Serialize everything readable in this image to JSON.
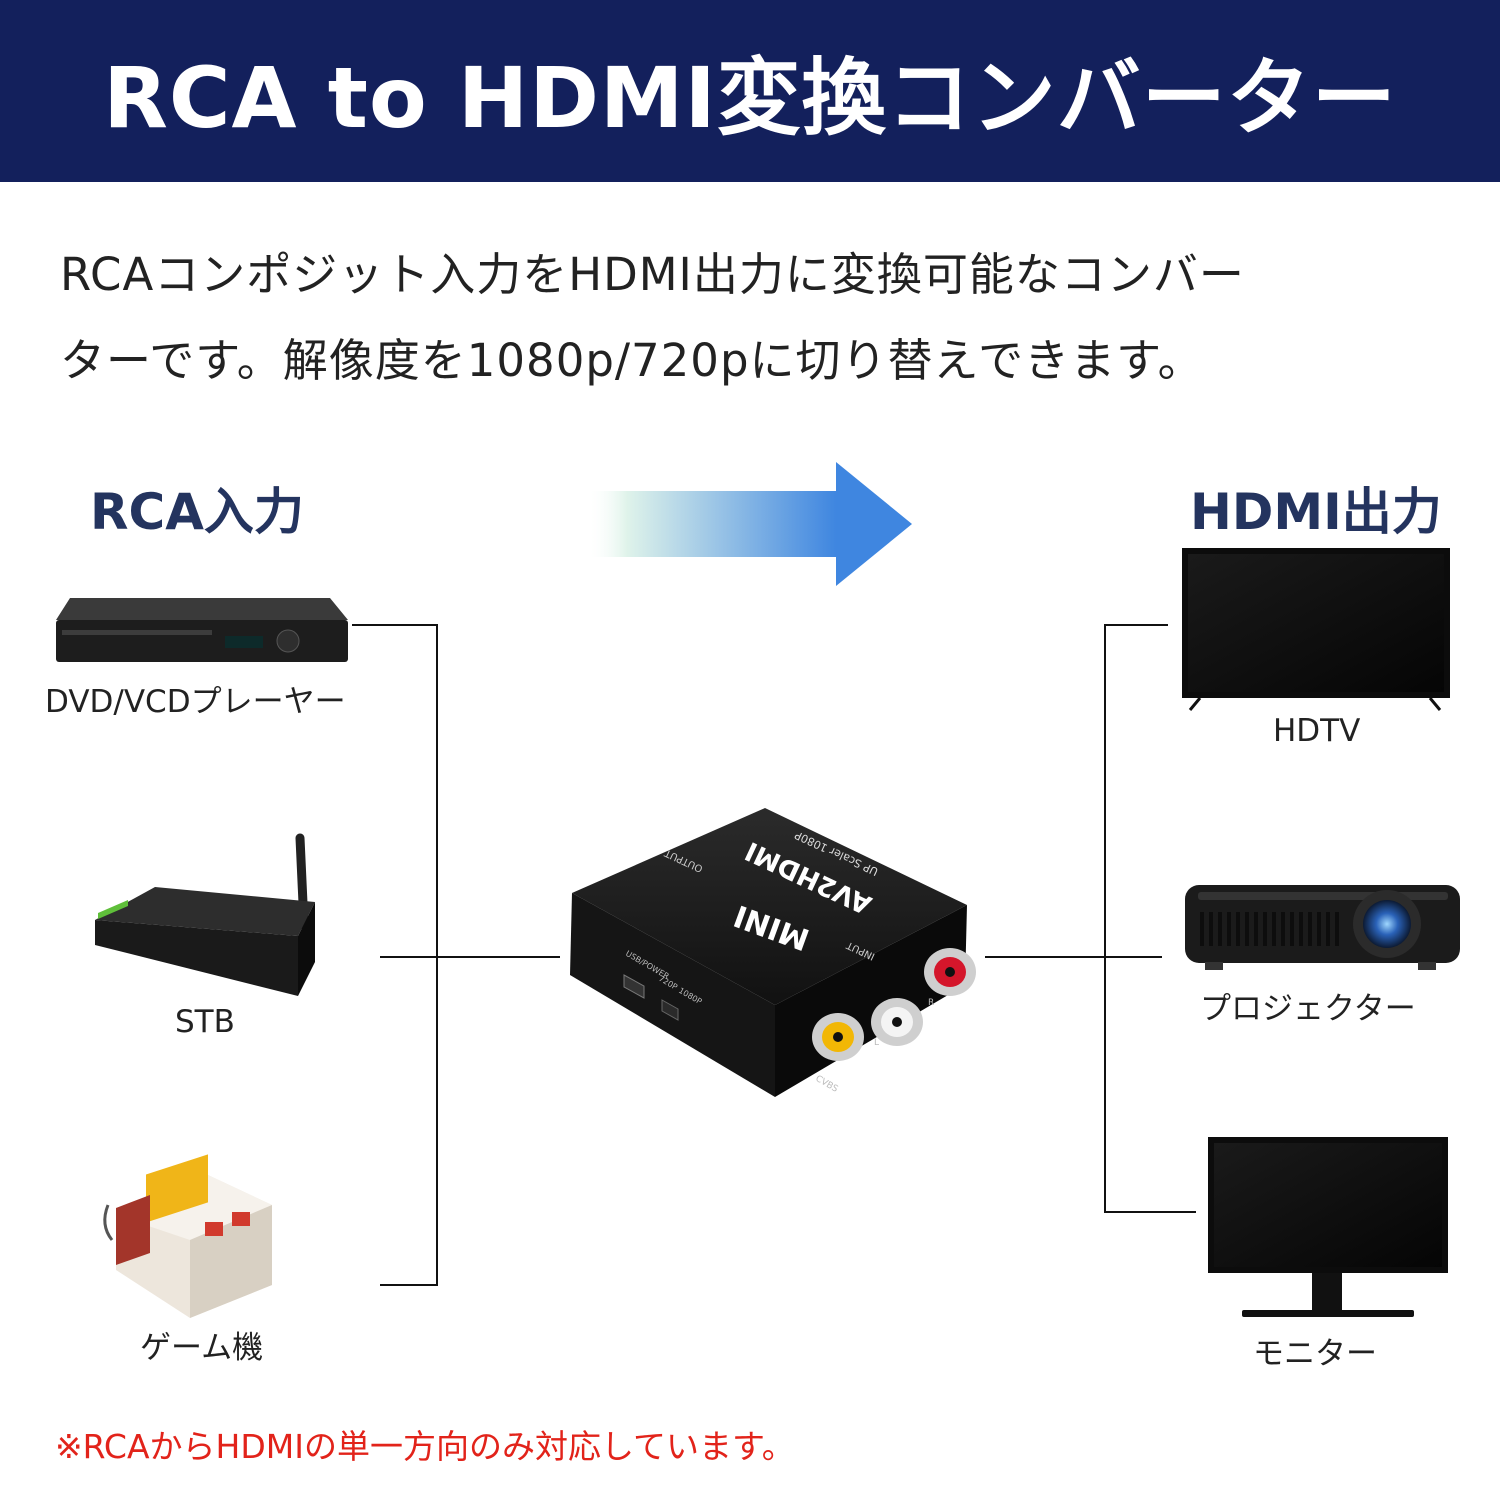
{
  "header": {
    "title": "RCA to HDMI変換コンバーター"
  },
  "description": {
    "line1": "RCAコンポジット入力をHDMI出力に変換可能なコンバー",
    "line2": "ターです。解像度を1080p/720pに切り替えできます。"
  },
  "input_section": {
    "title": "RCA入力",
    "devices": [
      {
        "label": "DVD/VCDプレーヤー",
        "icon": "dvd-player-icon"
      },
      {
        "label": "STB",
        "icon": "set-top-box-icon"
      },
      {
        "label": "ゲーム機",
        "icon": "game-console-icon"
      }
    ]
  },
  "output_section": {
    "title": "HDMI出力",
    "devices": [
      {
        "label": "HDTV",
        "icon": "tv-icon"
      },
      {
        "label": "プロジェクター",
        "icon": "projector-icon"
      },
      {
        "label": "モニター",
        "icon": "monitor-icon"
      }
    ]
  },
  "converter": {
    "brand": "MINI",
    "model": "AV2HDMI",
    "subtitle": "UP Scaler 1080P",
    "output_label": "OUTPUT",
    "input_label": "INPUT",
    "usb_label": "USB/POWER",
    "switch_720": "720P",
    "switch_1080": "1080P",
    "jack_labels": [
      "CVBS",
      "L",
      "R"
    ],
    "jack_colors": [
      "#f2b705",
      "#f4f4f4",
      "#d4162b"
    ]
  },
  "colors": {
    "banner": "#13205c",
    "section_title": "#24345f",
    "note": "#e2231a",
    "arrow_start": "#dff3ea",
    "arrow_end": "#3f86e0"
  },
  "footnote": "※RCAからHDMIの単一方向のみ対応しています。"
}
